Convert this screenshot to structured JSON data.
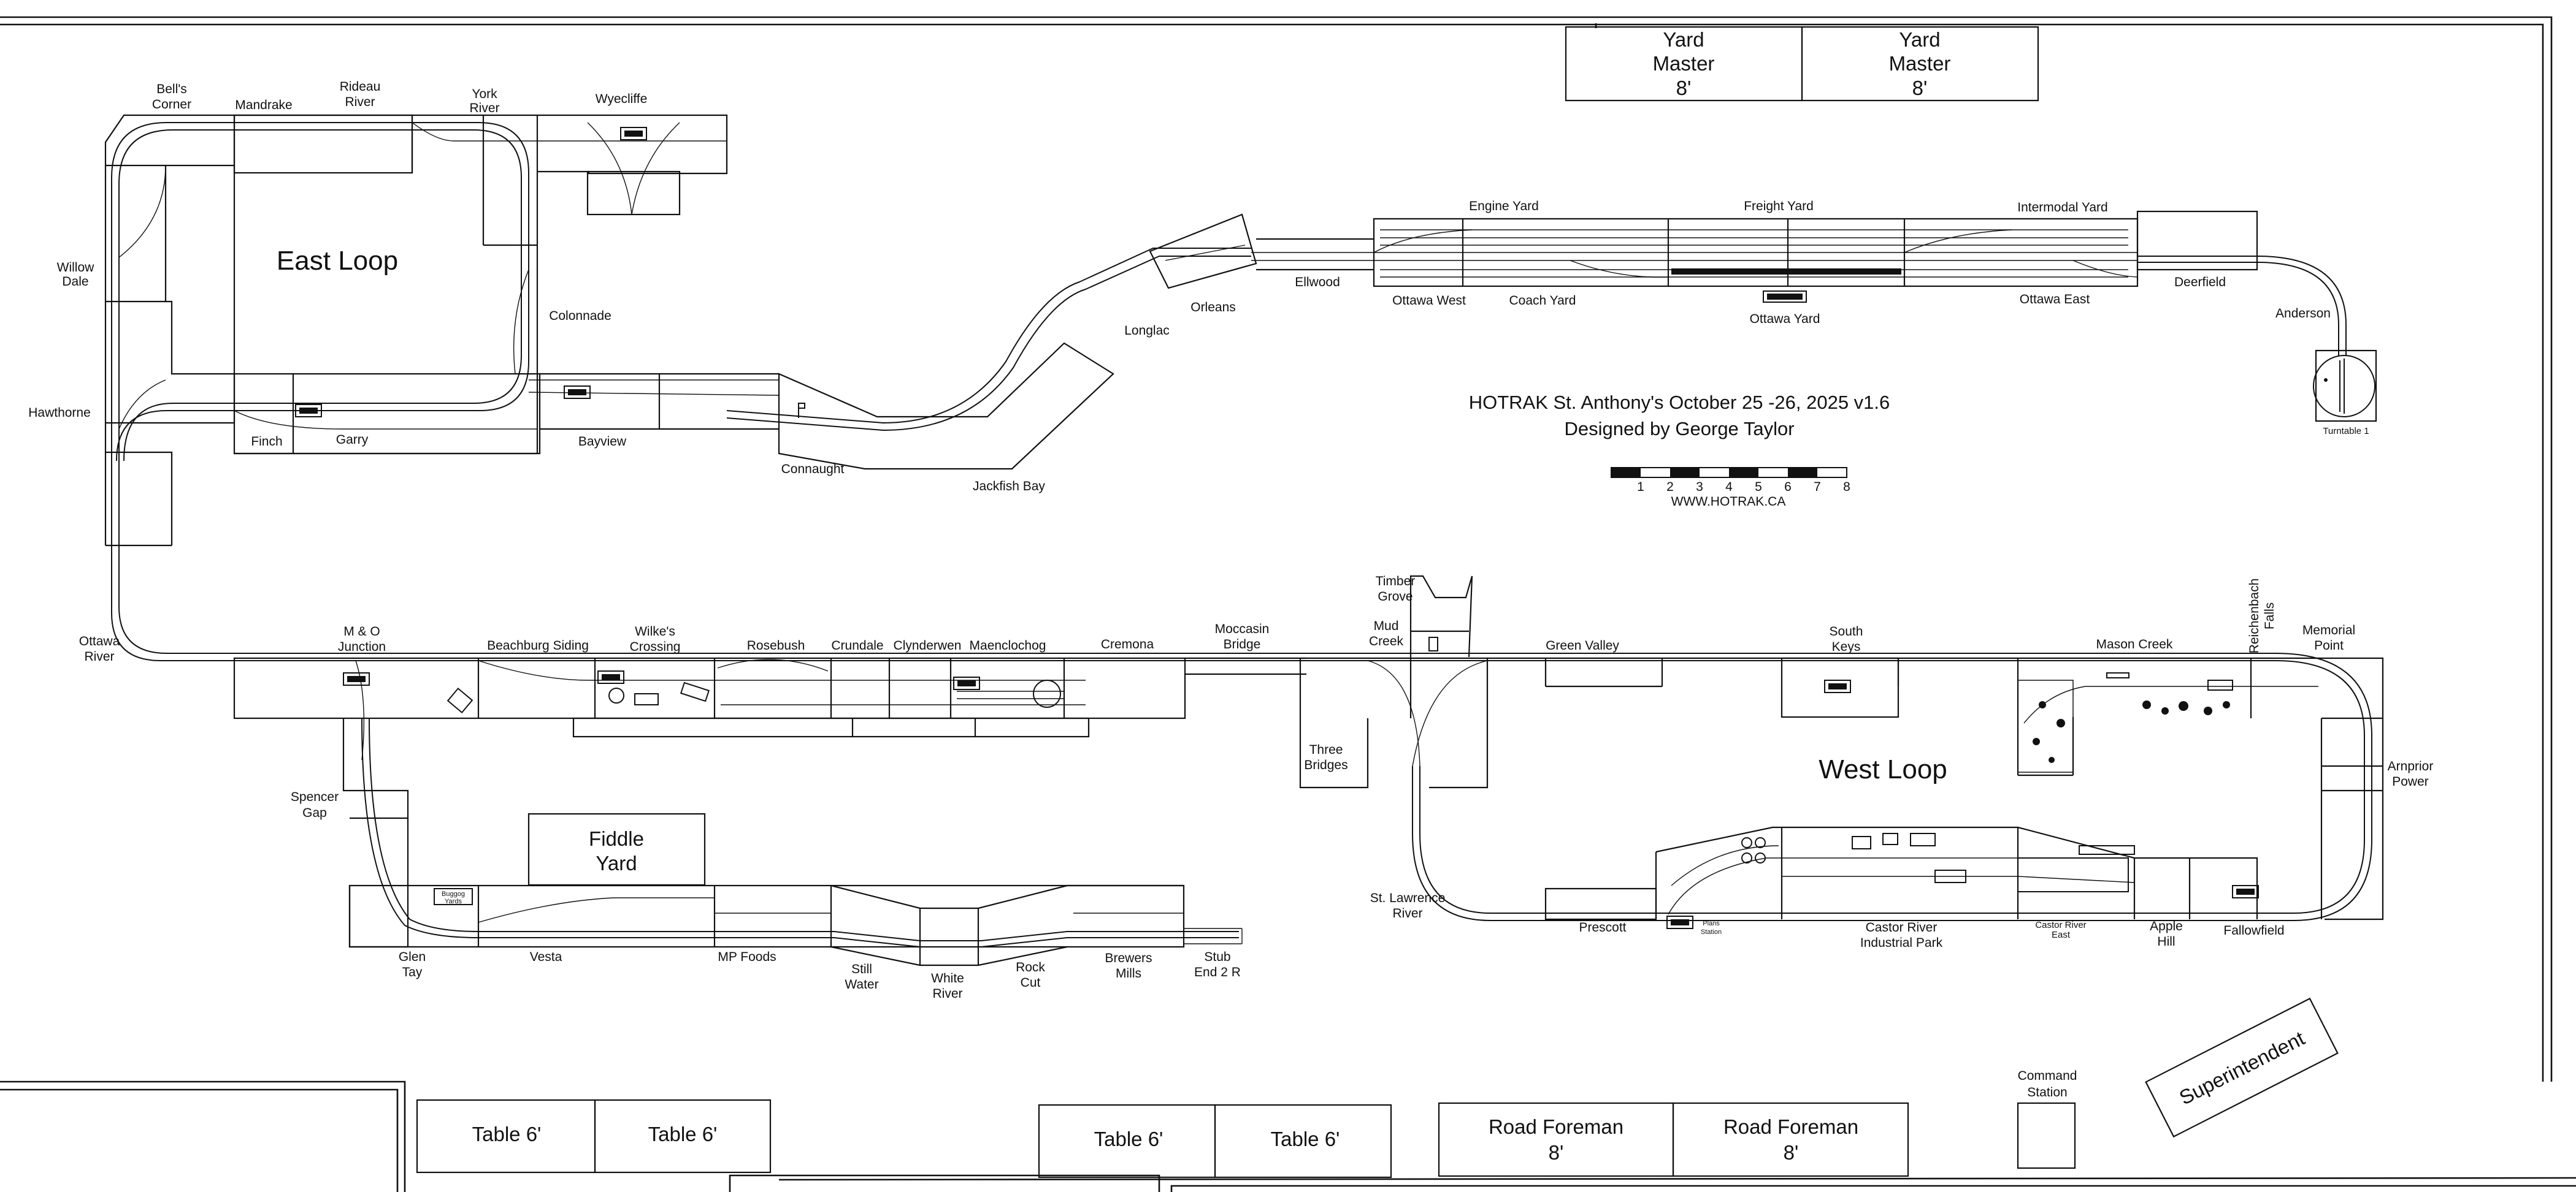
{
  "title": {
    "line1": "HOTRAK St. Anthony's October 25 -26, 2025 v1.6",
    "line2": "Designed by George Taylor",
    "website": "WWW.HOTRAK.CA"
  },
  "scale_bar": {
    "ticks": [
      "1",
      "2",
      "3",
      "4",
      "5",
      "6",
      "7",
      "8"
    ]
  },
  "loops": {
    "east": "East Loop",
    "west": "West Loop"
  },
  "tables": {
    "yard_master_1": [
      "Yard",
      "Master",
      "8'"
    ],
    "yard_master_2": [
      "Yard",
      "Master",
      "8'"
    ],
    "fiddle_yard": [
      "Fiddle",
      "Yard"
    ],
    "table_6_a": "Table 6'",
    "table_6_b": "Table 6'",
    "table_6_c": "Table 6'",
    "table_6_d": "Table 6'",
    "road_foreman_1": [
      "Road Foreman",
      "8'"
    ],
    "road_foreman_2": [
      "Road Foreman",
      "8'"
    ],
    "command_station": [
      "Command",
      "Station"
    ],
    "superintendent": "Superintendent"
  },
  "modules": {
    "bells_corner": [
      "Bell's",
      "Corner"
    ],
    "mandrake": "Mandrake",
    "rideau_river": [
      "Rideau",
      "River"
    ],
    "york_river": [
      "York",
      "River"
    ],
    "wyecliffe": "Wyecliffe",
    "willow_dale": [
      "Willow",
      "Dale"
    ],
    "colonnade": "Colonnade",
    "hawthorne": "Hawthorne",
    "finch": "Finch",
    "garry": "Garry",
    "bayview": "Bayview",
    "connaught": "Connaught",
    "jackfish_bay": "Jackfish Bay",
    "longlac": "Longlac",
    "orleans": "Orleans",
    "ellwood": "Ellwood",
    "engine_yard": "Engine Yard",
    "freight_yard": "Freight Yard",
    "intermodal_yard": "Intermodal Yard",
    "ottawa_west": "Ottawa West",
    "coach_yard": "Coach Yard",
    "ottawa_yard": "Ottawa Yard",
    "ottawa_east": "Ottawa East",
    "deerfield": "Deerfield",
    "anderson": "Anderson",
    "turntable": "Turntable 1",
    "ottawa_river": [
      "Ottawa",
      "River"
    ],
    "mo_junction": [
      "M & O",
      "Junction"
    ],
    "beachburg_siding": "Beachburg Siding",
    "wilkes_crossing": [
      "Wilke's",
      "Crossing"
    ],
    "rosebush": "Rosebush",
    "crundale": "Crundale",
    "clynderwen": "Clynderwen",
    "maenclochog": "Maenclochog",
    "cremona": "Cremona",
    "moccasin_bridge": [
      "Moccasin",
      "Bridge"
    ],
    "timber_grove": [
      "Timber",
      "Grove"
    ],
    "mud_creek": [
      "Mud",
      "Creek"
    ],
    "three_bridges": [
      "Three",
      "Bridges"
    ],
    "green_valley": "Green Valley",
    "south_keys": [
      "South",
      "Keys"
    ],
    "mason_creek": "Mason Creek",
    "reichenbach_falls": [
      "Reichenbach",
      "Falls"
    ],
    "memorial_point": [
      "Memorial",
      "Point"
    ],
    "arnprior_power": [
      "Arnprior",
      "Power"
    ],
    "spencer_gap": [
      "Spencer",
      "Gap"
    ],
    "glen_tay": [
      "Glen",
      "Tay"
    ],
    "vesta": "Vesta",
    "mp_foods": "MP Foods",
    "still_water": [
      "Still",
      "Water"
    ],
    "white_river": [
      "White",
      "River"
    ],
    "rock_cut": [
      "Rock",
      "Cut"
    ],
    "brewers_mills": [
      "Brewers",
      "Mills"
    ],
    "stub_end": [
      "Stub",
      "End 2 R"
    ],
    "st_lawrence_river": [
      "St. Lawrence",
      "River"
    ],
    "prescott": "Prescott",
    "plans_station": [
      "Plans",
      "Station"
    ],
    "castor_river_industrial_park": [
      "Castor River",
      "Industrial Park"
    ],
    "castor_river_east": [
      "Castor River",
      "East"
    ],
    "apple_hill": [
      "Apple",
      "Hill"
    ],
    "fallowfield": "Fallowfield"
  }
}
